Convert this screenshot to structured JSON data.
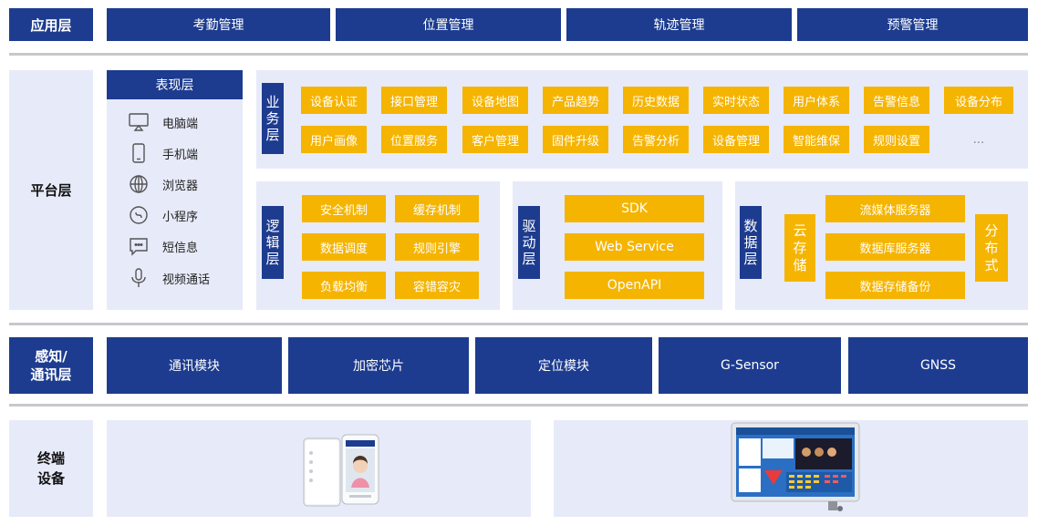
{
  "app_layer": {
    "label": "应用层",
    "items": [
      "考勤管理",
      "位置管理",
      "轨迹管理",
      "预警管理"
    ]
  },
  "platform_layer": {
    "label": "平台层",
    "presentation": {
      "title": "表现层",
      "items": [
        {
          "label": "电脑端",
          "icon": "monitor-icon"
        },
        {
          "label": "手机端",
          "icon": "phone-icon"
        },
        {
          "label": "浏览器",
          "icon": "globe-icon"
        },
        {
          "label": "小程序",
          "icon": "mini-program-icon"
        },
        {
          "label": "短信息",
          "icon": "message-icon"
        },
        {
          "label": "视频通话",
          "icon": "microphone-icon"
        }
      ]
    },
    "business": {
      "label": [
        "业",
        "务",
        "层"
      ],
      "row1": [
        "设备认证",
        "接口管理",
        "设备地图",
        "产品趋势",
        "历史数据",
        "实时状态",
        "用户体系",
        "告警信息",
        "设备分布"
      ],
      "row2": [
        "用户画像",
        "位置服务",
        "客户管理",
        "固件升级",
        "告警分析",
        "设备管理",
        "智能维保",
        "规则设置"
      ],
      "more": "..."
    },
    "logic": {
      "label": [
        "逻",
        "辑",
        "层"
      ],
      "items": [
        "安全机制",
        "缓存机制",
        "数据调度",
        "规则引擎",
        "负载均衡",
        "容错容灾"
      ]
    },
    "driver": {
      "label": [
        "驱",
        "动",
        "层"
      ],
      "items": [
        "SDK",
        "Web Service",
        "OpenAPI"
      ]
    },
    "data": {
      "label": [
        "数",
        "据",
        "层"
      ],
      "cloud_label": [
        "云",
        "存",
        "储"
      ],
      "items": [
        "流媒体服务器",
        "数据库服务器",
        "数据存储备份"
      ],
      "distributed_label": [
        "分",
        "布",
        "式"
      ]
    }
  },
  "perception_layer": {
    "label": [
      "感知/",
      "通讯层"
    ],
    "items": [
      "通讯模块",
      "加密芯片",
      "定位模块",
      "G-Sensor",
      "GNSS"
    ]
  },
  "terminal_layer": {
    "label": [
      "终端",
      "设备"
    ]
  },
  "colors": {
    "navy": "#1d3c8f",
    "orange": "#f5b400",
    "lavender": "#e7eaf8",
    "rule": "#c6c8cc"
  }
}
